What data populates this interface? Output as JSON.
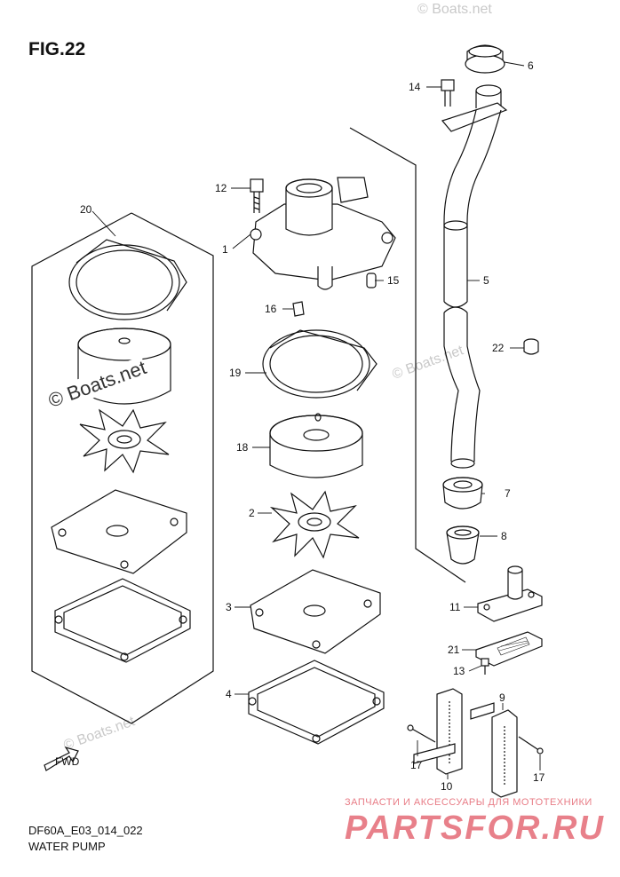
{
  "figure": {
    "title": "FIG.22",
    "code": "DF60A_E03_014_022",
    "name": "WATER PUMP"
  },
  "watermarks": {
    "top": "© Boats.net",
    "middle_left": "© Boats.net",
    "middle_right": "© Boats.net",
    "bottom": "© Boats.net"
  },
  "shop": {
    "line1": "ЗАПЧАСТИ И АКСЕССУАРЫ ДЛЯ МОТОТЕХНИКИ",
    "line2": "PARTSFOR.RU"
  },
  "fwd_label": "FWD",
  "callouts": {
    "c1": "1",
    "c2": "2",
    "c3": "3",
    "c4": "4",
    "c5": "5",
    "c6": "6",
    "c7": "7",
    "c8": "8",
    "c9": "9",
    "c10": "10",
    "c11": "11",
    "c12": "12",
    "c13": "13",
    "c14": "14",
    "c15": "15",
    "c16": "16",
    "c17a": "17",
    "c17b": "17",
    "c18": "18",
    "c19": "19",
    "c20": "20",
    "c21": "21",
    "c22": "22"
  }
}
